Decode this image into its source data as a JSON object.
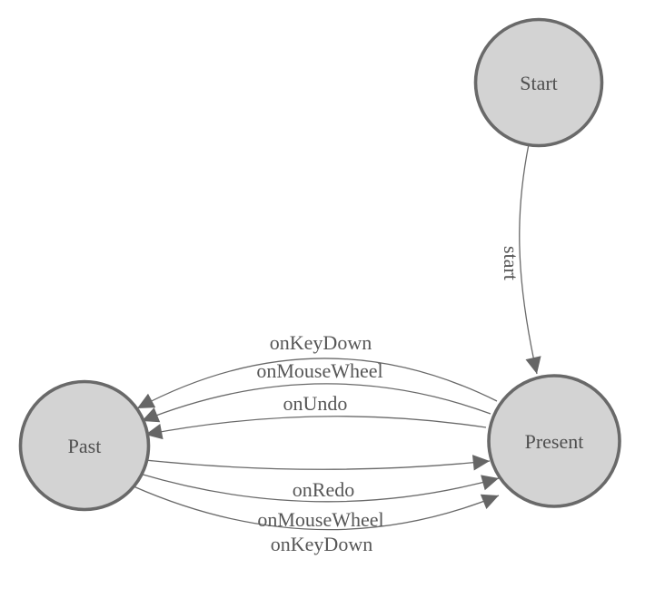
{
  "diagram": {
    "title": "undo-redo state machine",
    "type": "state-diagram"
  },
  "colors": {
    "node_fill": "#d3d3d3",
    "node_stroke": "#696969",
    "edge_stroke": "#696969",
    "arrowhead_fill": "#666666",
    "label_text": "#565656",
    "background": "#ffffff"
  },
  "nodes": {
    "start": {
      "label": "Start"
    },
    "present": {
      "label": "Present"
    },
    "past": {
      "label": "Past"
    }
  },
  "edges": {
    "start_to_present": {
      "from": "Start",
      "to": "Present",
      "label": "start"
    },
    "present_to_past": [
      {
        "from": "Present",
        "to": "Past",
        "label": "onKeyDown"
      },
      {
        "from": "Present",
        "to": "Past",
        "label": "onMouseWheel"
      },
      {
        "from": "Present",
        "to": "Past",
        "label": "onUndo"
      }
    ],
    "past_to_present": [
      {
        "from": "Past",
        "to": "Present",
        "label": "onRedo"
      },
      {
        "from": "Past",
        "to": "Present",
        "label": "onMouseWheel"
      },
      {
        "from": "Past",
        "to": "Present",
        "label": "onKeyDown"
      }
    ]
  }
}
